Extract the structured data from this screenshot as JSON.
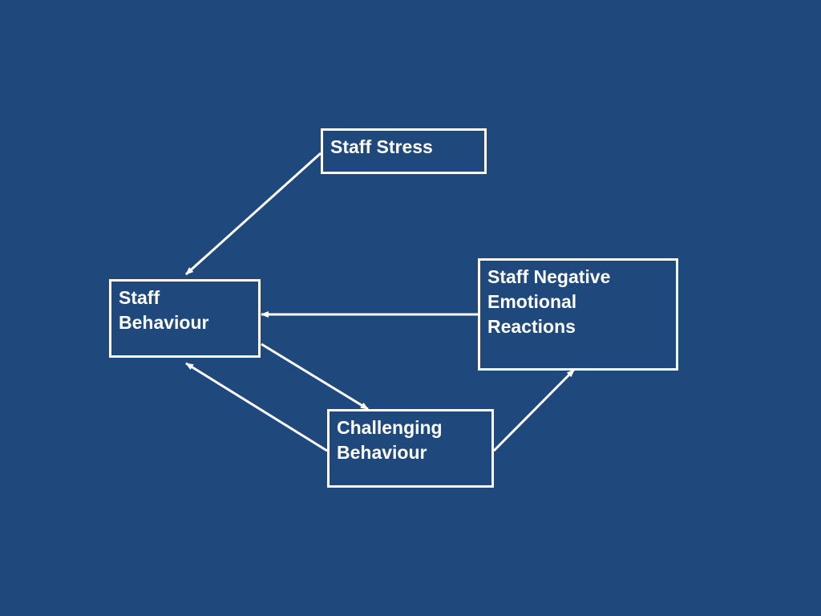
{
  "nodes": {
    "staff_stress": {
      "lines": [
        "Staff Stress"
      ]
    },
    "staff_behaviour": {
      "lines": [
        "Staff",
        "Behaviour"
      ]
    },
    "staff_negative": {
      "lines": [
        "Staff Negative",
        "Emotional",
        "Reactions"
      ]
    },
    "challenging_behaviour": {
      "lines": [
        "Challenging",
        "Behaviour"
      ]
    }
  },
  "edges": [
    {
      "from": "Staff Stress",
      "to": "Staff Behaviour"
    },
    {
      "from": "Staff Negative Emotional Reactions",
      "to": "Staff Behaviour"
    },
    {
      "from": "Staff Behaviour",
      "to": "Challenging Behaviour"
    },
    {
      "from": "Challenging Behaviour",
      "to": "Staff Behaviour"
    },
    {
      "from": "Challenging Behaviour",
      "to": "Staff Negative Emotional Reactions"
    }
  ],
  "colors": {
    "background": "#1f497d",
    "foreground": "#ffffff"
  }
}
